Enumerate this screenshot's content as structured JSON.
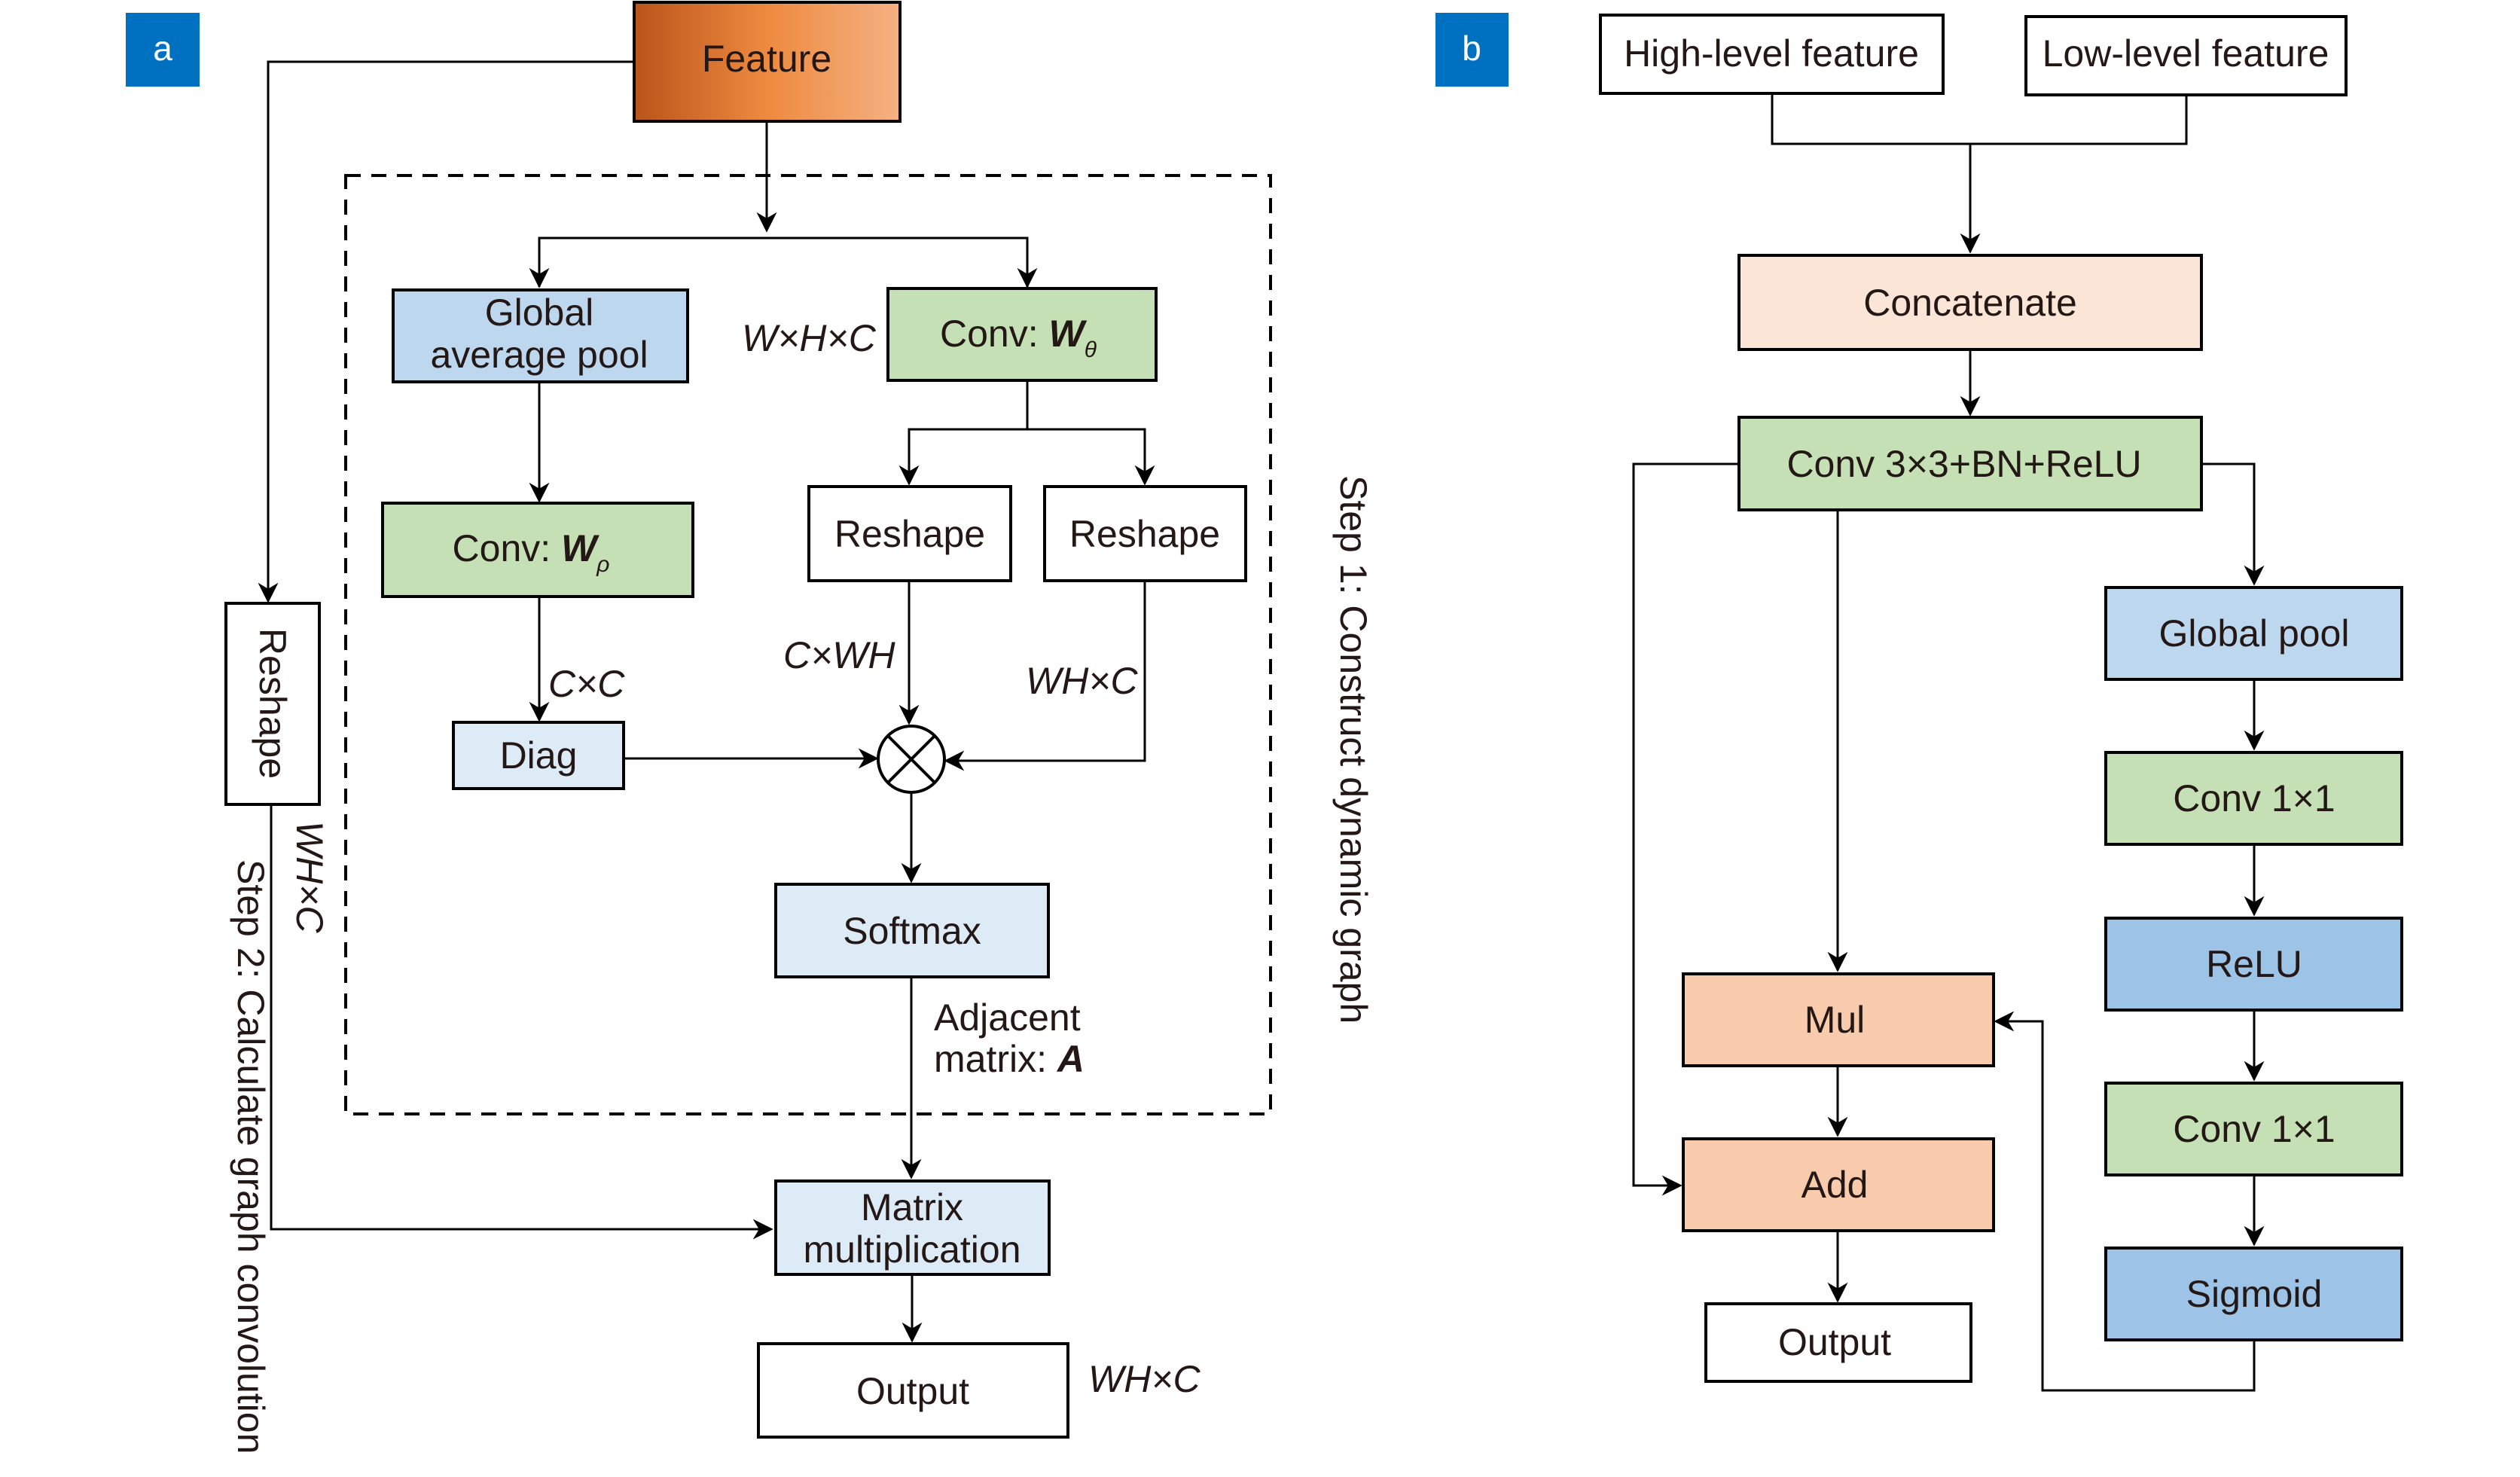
{
  "colors": {
    "badge": "#0070C0",
    "green": "#C5E0B4",
    "blue_light": "#BDD7EE",
    "blue_pale": "#DDEBF7",
    "blue_mid": "#9DC3E6",
    "orange_light": "#F8CBAD",
    "peach": "#FBE5D6",
    "feature_gradient": [
      "#B9541A",
      "#EE8A3F",
      "#F4B183"
    ]
  },
  "panel_a": {
    "badge": "a",
    "feature": "Feature",
    "global_avg_pool": [
      "Global",
      "average pool"
    ],
    "conv_rho": {
      "prefix": "Conv: ",
      "symbol": "W",
      "subscript": "ρ"
    },
    "conv_theta": {
      "prefix": "Conv: ",
      "symbol": "W",
      "subscript": "θ"
    },
    "dim_whc": "W×H×C",
    "reshape_1": "Reshape",
    "reshape_2": "Reshape",
    "dim_cxc": "C×C",
    "dim_cxwh": "C×WH",
    "dim_whxc": "WH×C",
    "diag": "Diag",
    "multiply_symbol": "⊗",
    "softmax": "Softmax",
    "adjacent": [
      "Adjacent",
      "matrix: "
    ],
    "adjacent_symbol": "A",
    "matrix_mult": [
      "Matrix",
      "multiplication"
    ],
    "output": "Output",
    "output_dim": "WH×C",
    "reshape_side": "Reshape",
    "reshape_side_dim": "WH×C",
    "step1": "Step 1: Construct dynamic graph",
    "step2": "Step 2: Calculate graph convolution"
  },
  "panel_b": {
    "badge": "b",
    "high_level": "High-level feature",
    "low_level": "Low-level feature",
    "concatenate": "Concatenate",
    "conv3": "Conv 3×3+BN+ReLU",
    "global_pool": "Global pool",
    "conv1_a": "Conv 1×1",
    "relu": "ReLU",
    "conv1_b": "Conv 1×1",
    "sigmoid": "Sigmoid",
    "mul": "Mul",
    "add": "Add",
    "output": "Output"
  }
}
